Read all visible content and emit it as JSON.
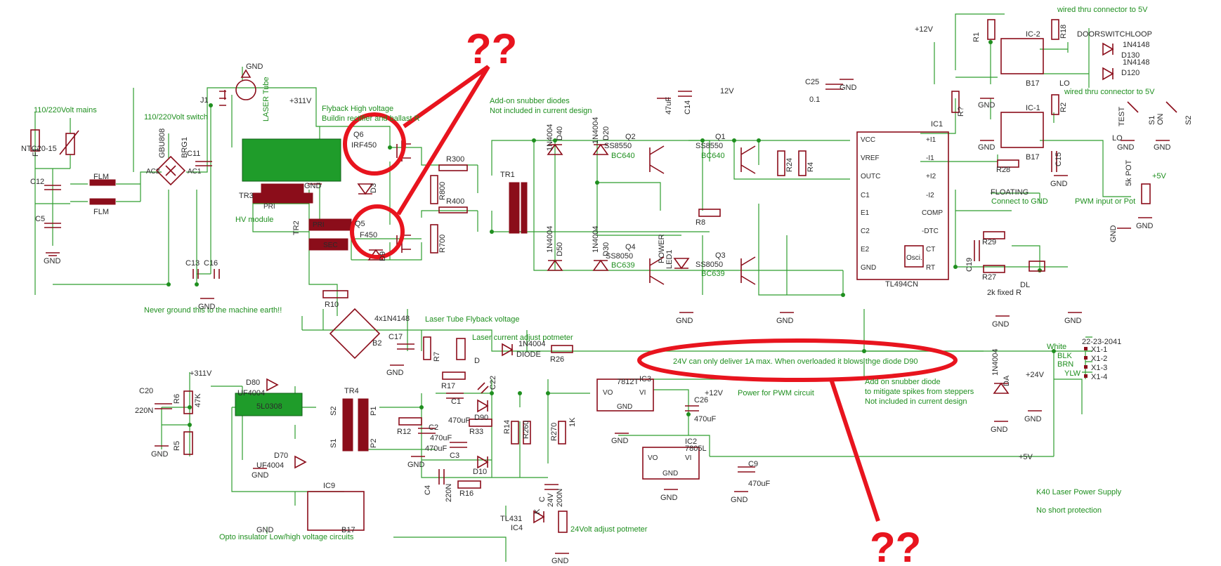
{
  "annotations": {
    "question_top": "??",
    "question_bottom": "??",
    "overload_note": "24V can only deliver 1A max. When overloaded it blows thge diode D90"
  },
  "notes": {
    "mains": "110/220Volt mains",
    "switch": "110/220Volt switch",
    "flyback": "Flyback High voltage",
    "buildin": "Buildin rectifier and ballast R",
    "hv_module": "HV module",
    "never_ground": "Never ground this to the machine earth!!",
    "snubber_1": "Add-on snubber diodes",
    "snubber_2": "Not included in current design",
    "flyback_voltage": "Laser Tube Flyback voltage",
    "current_pot": "Laser current adjust potmeter",
    "pwm_power": "Power for PWM circuit",
    "wired_1": "wired thru connector to 5V",
    "wired_2": "wired thru connector to 5V",
    "doorswitch": "DOORSWITCHLOOP",
    "floating": "FLOATING",
    "connect_gnd": "Connect to GND",
    "pwm_input": "PWM input or Pot",
    "fixed_r": "2k fixed R",
    "stepper_1": "Add on snubber diode",
    "stepper_2": "to mitigate spikes from steppers",
    "stepper_3": "Not included in current design",
    "opto": "Opto insulator Low/high voltage circuits",
    "v24_pot": "24Volt adjust potmeter",
    "title": "K40 Laser Power Supply",
    "no_short": "No short protection",
    "laser_tube": "LASER Tube",
    "v311_a": "+311V",
    "v311_b": "+311V"
  },
  "components": {
    "ntc": "NTC20-15",
    "f1": "F1",
    "c12": "C12",
    "c5": "C5",
    "flm1": "FLM",
    "flm2": "FLM",
    "gbu": "GBU808",
    "brg1": "BRG1",
    "ac1": "AC1",
    "ac2": "AC2",
    "c11": "C11",
    "c13": "C13",
    "c16": "C16",
    "j1": "J1",
    "tr3": "TR3",
    "tr2": "TR2",
    "pri": "PRI",
    "sec": "SEC",
    "q6": "Q6",
    "irf1": "IRF450",
    "q5": "Q5",
    "irf2": "F450",
    "d3": "D3",
    "d9": "D9",
    "r300": "R300",
    "r800": "R800",
    "r400": "R400",
    "r700": "R700",
    "tr1": "TR1",
    "r10": "R10",
    "b2": "B2",
    "b2type": "4x1N4148",
    "c17": "C17",
    "r7": "R7",
    "d_pot": "D",
    "diode_top": "1N4004",
    "diode_label": "DIODE",
    "r26": "R26",
    "d40": "D40",
    "d40t": "1N4004",
    "d20": "D20",
    "d20t": "1N4004",
    "d50": "D50",
    "d50t": "1N4004",
    "d30": "D30",
    "d30t": "1N4004",
    "q2": "Q2",
    "q2t": "SS8550",
    "q2p": "BC640",
    "q1": "Q1",
    "q1t": "SS8550",
    "q1p": "BC640",
    "q4": "Q4",
    "q4t": "SS8050",
    "q4p": "BC639",
    "q3": "Q3",
    "q3t": "SS8050",
    "q3p": "BC639",
    "led1": "LED1",
    "power": "POWER",
    "r8": "R8",
    "c14": "C14",
    "c14v": "47uF",
    "v12a": "12V",
    "r24": "R24",
    "r4": "R4",
    "c25": "C25",
    "c25v": "0.1",
    "ic1": "IC1",
    "ic1t": "TL494CN",
    "ic1_pins_left": [
      "VCC",
      "VREF",
      "OUTC",
      "C1",
      "E1",
      "C2",
      "E2",
      "GND"
    ],
    "ic1_pins_right": [
      "+I1",
      "-I1",
      "+I2",
      "-I2",
      "COMP",
      "-DTC",
      "CT",
      "RT"
    ],
    "osci": "Osci.",
    "r_q": "R?",
    "r1": "R1",
    "r18": "R18",
    "r2": "R2",
    "r28": "R28",
    "v12b": "+12V",
    "ic2": "IC-2",
    "ic1opto": "IC-1",
    "b17a": "B17",
    "b17b": "B17",
    "d130": "D130",
    "d130t": "1N4148",
    "d120": "D120",
    "d120t": "1N4148",
    "lo1": "LO",
    "lo2": "LO",
    "test": "TEST",
    "s1": "S1",
    "on": "ON",
    "s2": "S2",
    "pot": "5k POT",
    "v5a": "+5V",
    "c15": "C15",
    "c19": "C19",
    "r29": "R29",
    "r27": "R27",
    "dl": "DL",
    "c20": "C20",
    "c20v": "220N",
    "r6": "R6",
    "r6v": "47K",
    "r5": "R5",
    "d80": "D80",
    "uf1": "UF4004",
    "uf2": "UF4004",
    "d70": "D70",
    "ic_5l": "5L0308",
    "tr4": "TR4",
    "s2w": "S2",
    "s1w": "S1",
    "p1": "P1",
    "p2": "P2",
    "r17": "R17",
    "c22": "C22",
    "c1": "C1",
    "c1v": "470uF",
    "d90": "D90",
    "r12": "R12",
    "c2": "C2",
    "c2v": "470uF",
    "c3": "C3",
    "c3v": "470uF",
    "r33": "R33",
    "d10": "D10",
    "c4": "C4",
    "c4v": "220N",
    "r16": "R16",
    "r14": "R14",
    "r260": "R260",
    "r270": "R270",
    "r1k": "1K",
    "ic3": "IC3",
    "ic3t": "7812T",
    "vo": "VO",
    "vi": "VI",
    "gnd_pin": "GND",
    "v12c": "+12V",
    "c26": "C26",
    "c26v": "470uF",
    "ic2r": "IC2",
    "ic2rt": "7805L",
    "c9": "C9",
    "c9v": "470uF",
    "v5b": "+5V",
    "ic9": "IC9",
    "b17c": "B17",
    "tl431": "TL431",
    "ic4": "IC4",
    "c_cap": "C",
    "c_v": "24V",
    "c_v2": "200N",
    "k": "K",
    "d_a": "DA",
    "d_at": "1N4004",
    "v24": "+24V",
    "conn": "22-23-2041",
    "wires": [
      "White",
      "BLK",
      "BRN",
      "YLW"
    ],
    "conn_pins": [
      "X1-1",
      "X1-2",
      "X1-3",
      "X1-4"
    ],
    "gnd": "GND"
  }
}
